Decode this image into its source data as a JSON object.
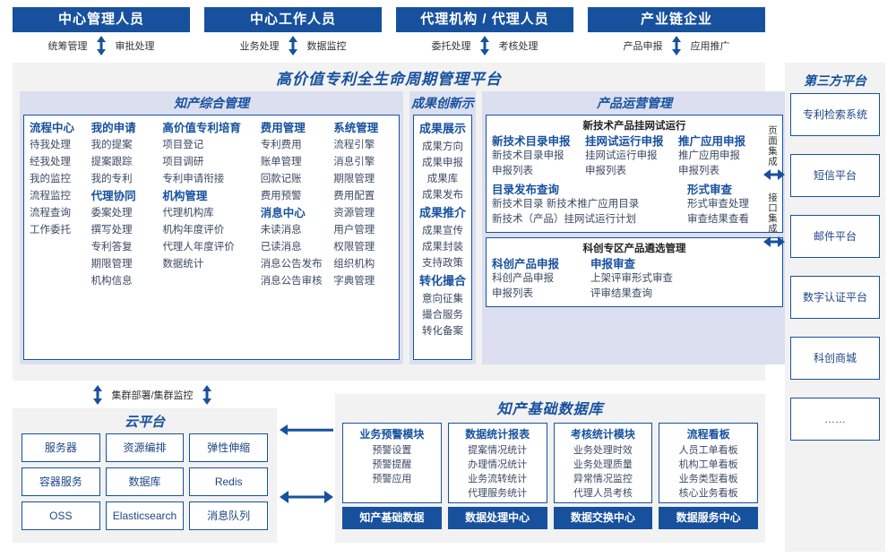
{
  "roles": [
    {
      "title": "中心管理人员",
      "left": "统筹管理",
      "right": "审批处理"
    },
    {
      "title": "中心工作人员",
      "left": "业务处理",
      "right": "数据监控"
    },
    {
      "title": "代理机构 / 代理人员",
      "left": "委托处理",
      "right": "考核处理"
    },
    {
      "title": "产业链企业",
      "left": "产品申报",
      "right": "应用推广"
    }
  ],
  "platform": {
    "title": "高价值专利全生命周期管理平台",
    "sections": {
      "ip": {
        "header": "知产综合管理",
        "columns": [
          {
            "groups": [
              {
                "title": "流程中心",
                "items": [
                  "待我处理",
                  "经我处理",
                  "我的监控",
                  "流程监控",
                  "流程查询",
                  "工作委托"
                ]
              }
            ]
          },
          {
            "groups": [
              {
                "title": "我的申请",
                "items": [
                  "我的提案",
                  "提案跟踪",
                  "我的专利"
                ]
              },
              {
                "title": "代理协同",
                "items": [
                  "委案处理",
                  "撰写处理",
                  "专利答复",
                  "期限管理",
                  "机构信息"
                ]
              }
            ]
          },
          {
            "groups": [
              {
                "title": "高价值专利培育",
                "items": [
                  "项目登记",
                  "项目调研",
                  "专利申请衔接"
                ]
              },
              {
                "title": "机构管理",
                "items": [
                  "代理机构库",
                  "机构年度评价",
                  "代理人年度评价",
                  "数据统计"
                ]
              }
            ]
          },
          {
            "groups": [
              {
                "title": "费用管理",
                "items": [
                  "专利费用",
                  "账单管理",
                  "回款记账",
                  "费用预警"
                ]
              },
              {
                "title": "消息中心",
                "items": [
                  "未读消息",
                  "已读消息",
                  "消息公告发布",
                  "消息公告审核"
                ]
              }
            ]
          },
          {
            "groups": [
              {
                "title": "系统管理",
                "items": [
                  "流程引擎",
                  "消息引擎",
                  "期限管理",
                  "费用配置",
                  "资源管理",
                  "用户管理",
                  "权限管理",
                  "组织机构",
                  "字典管理"
                ]
              }
            ]
          }
        ]
      },
      "achievement": {
        "header": "成果创新示范",
        "groups": [
          {
            "title": "成果展示",
            "items": [
              "成果方向",
              "成果申报",
              "成果库",
              "成果发布"
            ]
          },
          {
            "title": "成果推介",
            "items": [
              "成果宣传",
              "成果封装",
              "支持政策"
            ]
          },
          {
            "title": "转化撮合",
            "items": [
              "意向征集",
              "撮合服务",
              "转化备案"
            ]
          }
        ]
      },
      "product": {
        "header": "产品运营管理",
        "boxes": [
          {
            "header": "新技术产品挂网试运行",
            "rows": [
              {
                "columns": [
                  {
                    "title": "新技术目录申报",
                    "items": [
                      "新技术目录申报",
                      "申报列表"
                    ]
                  },
                  {
                    "title": "挂网试运行申报",
                    "items": [
                      "挂网试运行申报",
                      "申报列表"
                    ]
                  },
                  {
                    "title": "推广应用申报",
                    "items": [
                      "推广应用申报",
                      "申报列表"
                    ]
                  }
                ]
              },
              {
                "columns": [
                  {
                    "title": "目录发布查询",
                    "items": [
                      "新技术目录          新技术推广应用目录",
                      "新技术（产品）挂网试运行计划"
                    ]
                  },
                  {
                    "title": "形式审查",
                    "items": [
                      "形式审查处理",
                      "审查结果查看"
                    ]
                  }
                ]
              }
            ]
          },
          {
            "header": "科创专区产品遴选管理",
            "rows": [
              {
                "columns": [
                  {
                    "title": "科创产品申报",
                    "items": [
                      "科创产品申报",
                      "申报列表"
                    ]
                  },
                  {
                    "title": "申报审查",
                    "items": [
                      "上架评审形式审查",
                      "评审结果查询"
                    ]
                  }
                ]
              }
            ]
          }
        ]
      }
    }
  },
  "integration": {
    "page": "页面集成",
    "api": "接口集成"
  },
  "third_party": {
    "title": "第三方平台",
    "items": [
      "专利检索系统",
      "短信平台",
      "邮件平台",
      "数字认证平台",
      "科创商城",
      "……"
    ]
  },
  "cluster_label": "集群部署/集群监控",
  "cloud": {
    "title": "云平台",
    "items": [
      "服务器",
      "资源编排",
      "弹性伸缩",
      "容器服务",
      "数据库",
      "Redis",
      "OSS",
      "Elasticsearch",
      "消息队列"
    ]
  },
  "database": {
    "title": "知产基础数据库",
    "columns": [
      {
        "title": "业务预警模块",
        "items": [
          "预警设置",
          "预警提醒",
          "预警应用"
        ],
        "bar": "知产基础数据"
      },
      {
        "title": "数据统计报表",
        "items": [
          "提案情况统计",
          "办理情况统计",
          "业务流转统计",
          "代理服务统计"
        ],
        "bar": "数据处理中心"
      },
      {
        "title": "考核统计模块",
        "items": [
          "业务处理时效",
          "业务处理质量",
          "异常情况监控",
          "代理人员考核"
        ],
        "bar": "数据交换中心"
      },
      {
        "title": "流程看板",
        "items": [
          "人员工单看板",
          "机构工单看板",
          "业务类型看板",
          "核心业务看板"
        ],
        "bar": "数据服务中心"
      }
    ]
  },
  "colors": {
    "primary": "#17519e",
    "band": "#dcdff0",
    "panel": "#f2f2f2"
  }
}
